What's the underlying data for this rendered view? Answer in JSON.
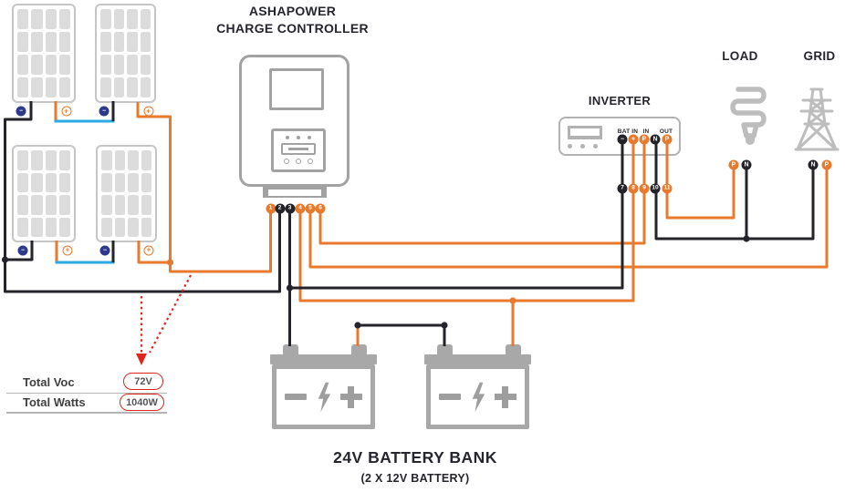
{
  "colors": {
    "orange": "#e87a2e",
    "wire-black": "#232329",
    "wire-blue": "#2ba9e0",
    "badge-blue": "#2d3a8c",
    "red": "#e0261c",
    "component-gray": "#a2a2a2",
    "component-gray2": "#b2b2b2",
    "gray-border": "#c6c6c6",
    "gray-fill": "#dcdcdc",
    "icon-gray": "#bdbdbd",
    "battery-gray": "#a8a8a8",
    "symbol-gray": "#9e9e9e",
    "text-dark": "#26262e",
    "value-text": "#414042"
  },
  "charge_controller": {
    "title_line1": "ASHAPOWER",
    "title_line2": "CHARGE CONTROLLER",
    "terminals": [
      {
        "num": "1",
        "type": "orange"
      },
      {
        "num": "2",
        "type": "black"
      },
      {
        "num": "3",
        "type": "black"
      },
      {
        "num": "4",
        "type": "orange"
      },
      {
        "num": "5",
        "type": "orange"
      },
      {
        "num": "6",
        "type": "orange"
      }
    ]
  },
  "solar_array": {
    "panel_count": 4,
    "terminals": [
      {
        "glyph": "−",
        "polarity": "minus"
      },
      {
        "glyph": "+",
        "polarity": "plus"
      },
      {
        "glyph": "−",
        "polarity": "minus"
      },
      {
        "glyph": "+",
        "polarity": "plus"
      },
      {
        "glyph": "−",
        "polarity": "minus"
      },
      {
        "glyph": "+",
        "polarity": "plus"
      },
      {
        "glyph": "−",
        "polarity": "minus"
      },
      {
        "glyph": "+",
        "polarity": "plus"
      }
    ]
  },
  "inverter": {
    "label": "INVERTER",
    "groups": [
      "BAT IN",
      "IN",
      "OUT"
    ],
    "ports": [
      {
        "glyph": "−",
        "type": "black"
      },
      {
        "glyph": "+",
        "type": "orange"
      },
      {
        "glyph": "P",
        "type": "orange"
      },
      {
        "glyph": "N",
        "type": "black"
      },
      {
        "glyph": "P",
        "type": "orange"
      }
    ],
    "wire_numbers": [
      {
        "num": "7",
        "type": "black"
      },
      {
        "num": "8",
        "type": "orange"
      },
      {
        "num": "9",
        "type": "orange"
      },
      {
        "num": "10",
        "type": "black"
      },
      {
        "num": "11",
        "type": "orange"
      }
    ]
  },
  "load": {
    "label": "LOAD",
    "ports": [
      {
        "glyph": "P",
        "type": "orange"
      },
      {
        "glyph": "N",
        "type": "black"
      }
    ]
  },
  "grid": {
    "label": "GRID",
    "ports": [
      {
        "glyph": "N",
        "type": "black"
      },
      {
        "glyph": "P",
        "type": "orange"
      }
    ]
  },
  "battery_bank": {
    "title": "24V BATTERY BANK",
    "subtitle": "(2 X 12V BATTERY)"
  },
  "specs": {
    "rows": [
      {
        "label": "Total Voc",
        "value": "72V"
      },
      {
        "label": "Total Watts",
        "value": "1040W"
      }
    ]
  },
  "icons": {
    "load": "cfl-bulb-icon",
    "grid": "transmission-tower-icon",
    "battery": [
      "minus-icon",
      "lightning-bolt-icon",
      "plus-icon"
    ]
  }
}
